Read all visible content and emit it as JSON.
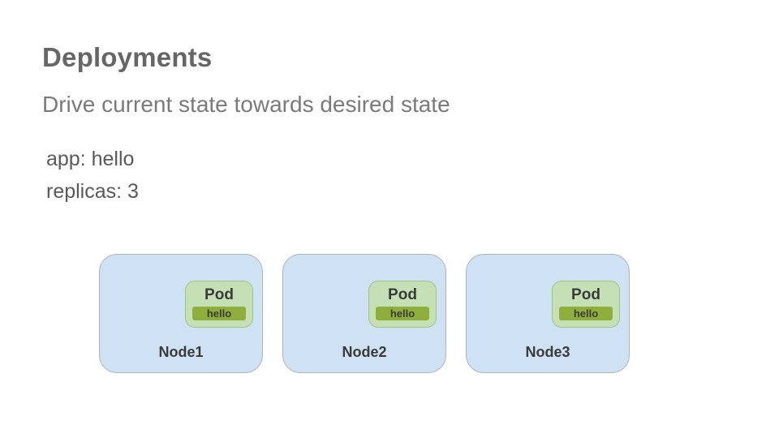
{
  "slide": {
    "title": "Deployments",
    "subtitle": "Drive current state towards desired state",
    "spec_lines": [
      "app: hello",
      "replicas: 3"
    ],
    "nodes": [
      {
        "label": "Node1",
        "pod_label": "Pod",
        "container_label": "hello"
      },
      {
        "label": "Node2",
        "pod_label": "Pod",
        "container_label": "hello"
      },
      {
        "label": "Node3",
        "pod_label": "Pod",
        "container_label": "hello"
      }
    ]
  },
  "colors": {
    "title-text": "#666666",
    "subtitle-text": "#7a7a7a",
    "spec-text": "#595959",
    "dark-text": "#3a3a3a",
    "node-fill": "#cfe2f3",
    "node-border": "#a9b4be",
    "pod-fill": "#c6e0b5",
    "pod-border": "#9ec584",
    "chip-fill": "#90ae3c"
  }
}
